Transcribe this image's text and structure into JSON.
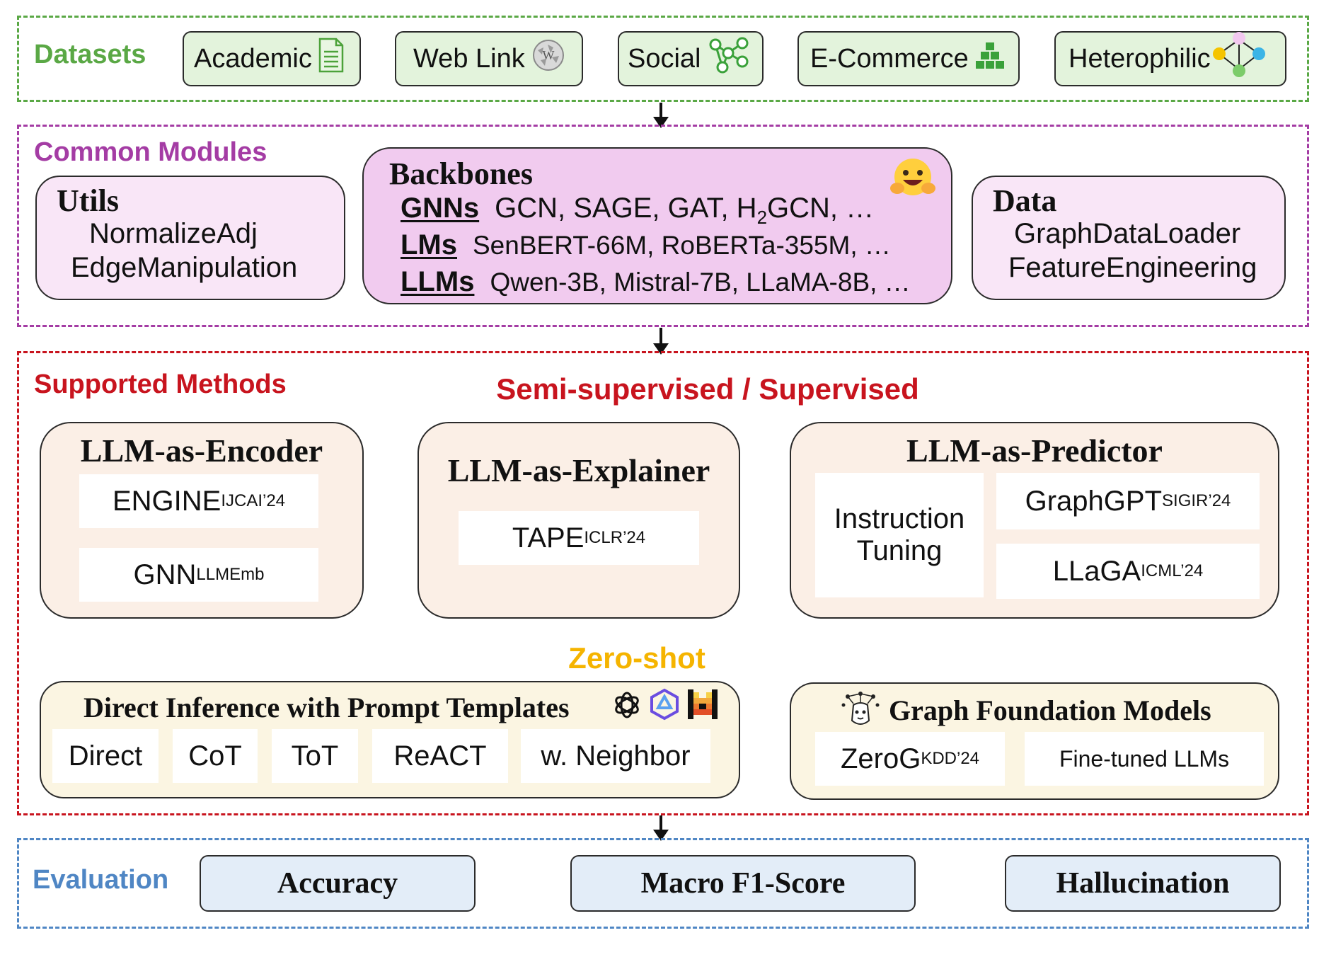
{
  "datasets": {
    "title": "Datasets",
    "items": [
      {
        "label": "Academic",
        "icon": "document-icon"
      },
      {
        "label": "Web Link",
        "icon": "wikipedia-globe-icon"
      },
      {
        "label": "Social",
        "icon": "social-network-icon"
      },
      {
        "label": "E-Commerce",
        "icon": "stacked-boxes-icon"
      },
      {
        "label": "Heterophilic",
        "icon": "colored-graph-icon"
      }
    ]
  },
  "common_modules": {
    "title": "Common Modules",
    "utils": {
      "title": "Utils",
      "items": [
        "NormalizeAdj",
        "EdgeManipulation"
      ]
    },
    "backbones": {
      "title": "Backbones",
      "rows": [
        {
          "key": "GNNs",
          "pre": "GCN, SAGE, GAT, H",
          "sub": "2",
          "post": "GCN, …"
        },
        {
          "key": "LMs",
          "pre": "SenBERT-66M, RoBERTa-355M, …",
          "sub": "",
          "post": ""
        },
        {
          "key": "LLMs",
          "pre": "Qwen-3B, Mistral-7B, LLaMA-8B, …",
          "sub": "",
          "post": ""
        }
      ]
    },
    "data": {
      "title": "Data",
      "items": [
        "GraphDataLoader",
        "FeatureEngineering"
      ]
    }
  },
  "supported_methods": {
    "title": "Supported Methods",
    "semi_supervised_title": "Semi-supervised / Supervised",
    "encoder": {
      "title": "LLM-as-Encoder",
      "items": [
        {
          "main": "ENGINE",
          "sub": "IJCAI’24"
        },
        {
          "main": "GNN",
          "sub": "LLMEmb"
        }
      ]
    },
    "explainer": {
      "title": "LLM-as-Explainer",
      "items": [
        {
          "main": "TAPE",
          "sub": "ICLR’24"
        }
      ]
    },
    "predictor": {
      "title": "LLM-as-Predictor",
      "instruction": [
        "Instruction",
        "Tuning"
      ],
      "items": [
        {
          "main": "GraphGPT",
          "sub": "SIGIR’24"
        },
        {
          "main": "LLaGA",
          "sub": "ICML’24"
        }
      ]
    },
    "zero_shot_title": "Zero-shot",
    "direct": {
      "title": "Direct Inference with Prompt Templates",
      "icons": [
        "openai-icon",
        "qwen-icon",
        "mistral-icon"
      ],
      "items": [
        "Direct",
        "CoT",
        "ToT",
        "ReACT",
        "w. Neighbor"
      ]
    },
    "gfm": {
      "title": "Graph Foundation Models",
      "icon": "graph-llama-icon",
      "items": [
        {
          "main": "ZeroG",
          "sub": "KDD’24"
        },
        {
          "main": "Fine-tuned LLMs",
          "sub": ""
        }
      ]
    }
  },
  "evaluation": {
    "title": "Evaluation",
    "items": [
      "Accuracy",
      "Macro F1-Score",
      "Hallucination"
    ]
  },
  "colors": {
    "datasets": "#5aa845",
    "common_modules": "#a43ca4",
    "supported_methods": "#c8141e",
    "zero_shot": "#f5b400",
    "evaluation": "#4f86c4"
  }
}
